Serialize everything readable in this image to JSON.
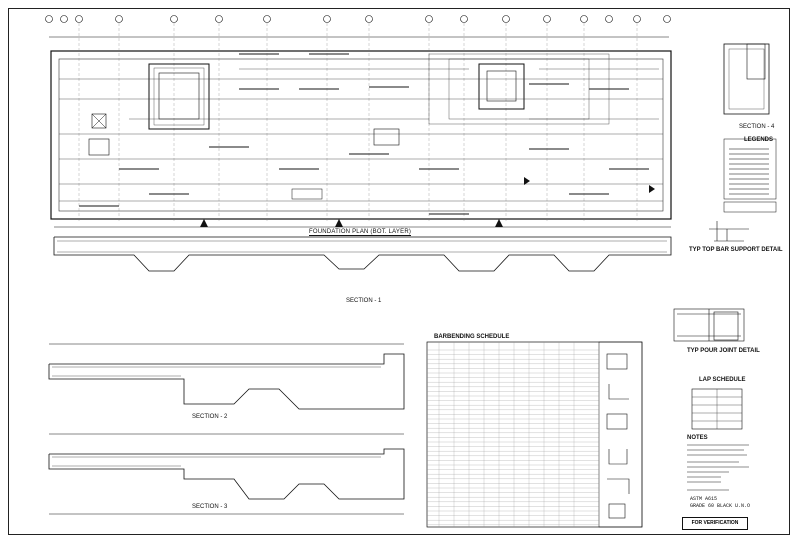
{
  "sheet": {
    "titles": {
      "foundation_plan": "FOUNDATION PLAN (BOT. LAYER)",
      "section_4": "SECTION - 4",
      "section_1": "SECTION - 1",
      "section_2": "SECTION - 2",
      "section_3": "SECTION - 3",
      "barbending_schedule": "BARBENDING SCHEDULE",
      "legends": "LEGENDS",
      "top_bar_support": "TYP TOP BAR SUPPORT DETAIL",
      "pour_joint": "TYP POUR JOINT DETAIL",
      "lap_schedule": "LAP SCHEDULE",
      "notes": "NOTES"
    },
    "grade": {
      "line1": "ASTM A615",
      "line2": "GRADE 60 BLACK U.N.O"
    },
    "stamp": "FOR VERIFICATION"
  },
  "colors": {
    "ink": "#1a1a1a",
    "paper": "#ffffff"
  }
}
